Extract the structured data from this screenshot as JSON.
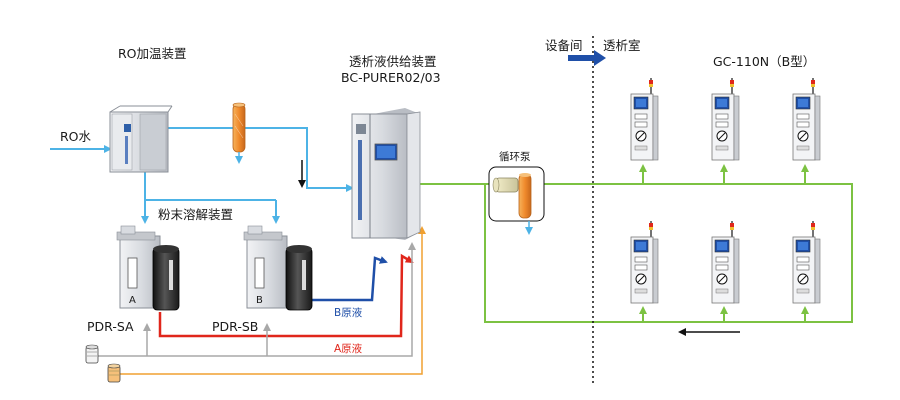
{
  "labels": {
    "ro_heater": "RO加温装置",
    "supply_unit_line1": "透析液供给装置",
    "supply_unit_line2": "BC-PURER02/03",
    "ro_water": "RO水",
    "powder_dissolver": "粉末溶解装置",
    "pump": "循环泵",
    "equipment_room": "设备间",
    "dialysis_room": "透析室",
    "machine_model": "GC-110N（B型）",
    "pdr_sa": "PDR-SA",
    "pdr_sb": "PDR-SB",
    "tank_a_letter": "A",
    "tank_b_letter": "B",
    "b_concentrate": "B原液",
    "a_concentrate": "A原液"
  },
  "colors": {
    "ro_line": "#4db3e6",
    "dialysate_line": "#7cc242",
    "a_line": "#e0261b",
    "b_line": "#1f4fa8",
    "gray_line": "#a8a8a8",
    "orange_line": "#f0a030",
    "arrow_blue": "#1f4fa8",
    "filter_orange": "#f08a2c"
  }
}
